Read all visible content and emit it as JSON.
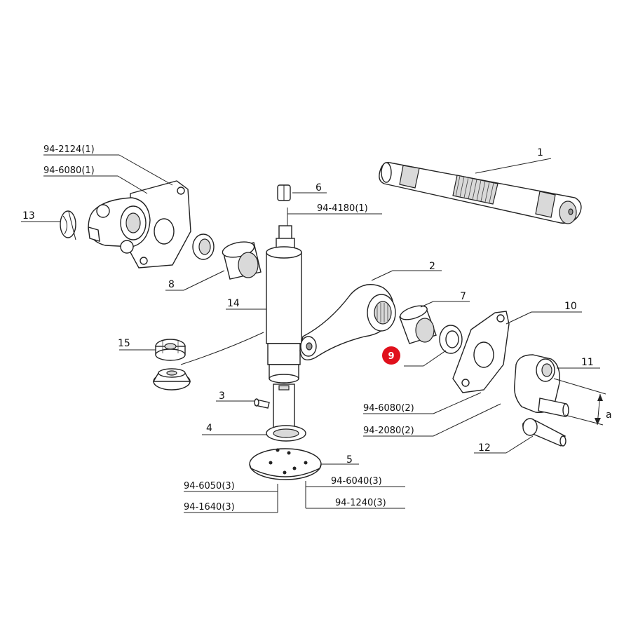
{
  "labels": {
    "p1": "1",
    "p2": "2",
    "p3": "3",
    "p4": "4",
    "p5": "5",
    "p6": "6",
    "p7": "7",
    "p8": "8",
    "p9": "9",
    "p10": "10",
    "p11": "11",
    "p12": "12",
    "p13": "13",
    "p14": "14",
    "p15": "15",
    "a": "a"
  },
  "refs": {
    "r_2124_1": "94-2124(1)",
    "r_6080_1": "94-6080(1)",
    "r_4180_1": "94-4180(1)",
    "r_6080_2": "94-6080(2)",
    "r_2080_2": "94-2080(2)",
    "r_6050_3": "94-6050(3)",
    "r_1640_3": "94-1640(3)",
    "r_6040_3": "94-6040(3)",
    "r_1240_3": "94-1240(3)"
  },
  "highlight": {
    "part": "9",
    "color": "#e0101c"
  }
}
